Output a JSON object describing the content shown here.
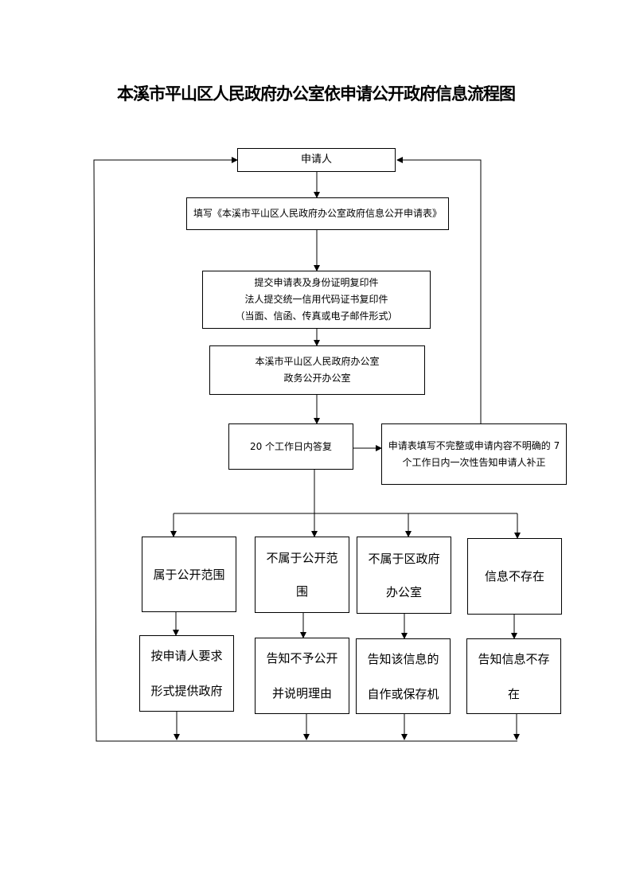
{
  "title": "本溪市平山区人民政府办公室依申请公开政府信息流程图",
  "nodes": {
    "applicant": "申请人",
    "fill_form": "填写《本溪市平山区人民政府办公室政府信息公开申请表》",
    "submit": [
      "提交申请表及身份证明复印件",
      "法人提交统一信用代码证书复印件",
      "（当面、信函、传真或电子邮件形式）"
    ],
    "office": [
      "本溪市平山区人民政府办公室",
      "政务公开办公室"
    ],
    "reply": "20 个工作日内答复",
    "incomplete": [
      "申请表填写不完整或申请内容不明确的 7",
      "个工作日内一次性告知申请人补正"
    ],
    "cat_public": "属于公开范围",
    "cat_not_public": [
      "不属于公开范",
      "围"
    ],
    "cat_not_office": [
      "不属于区政府",
      "办公室"
    ],
    "cat_not_exist": "信息不存在",
    "res_public": [
      "按申请人要求",
      "形式提供政府"
    ],
    "res_not_public": [
      "告知不予公开",
      "并说明理由"
    ],
    "res_not_office": [
      "告知该信息的",
      "自作或保存机"
    ],
    "res_not_exist": [
      "告知信息不存",
      "在"
    ]
  }
}
